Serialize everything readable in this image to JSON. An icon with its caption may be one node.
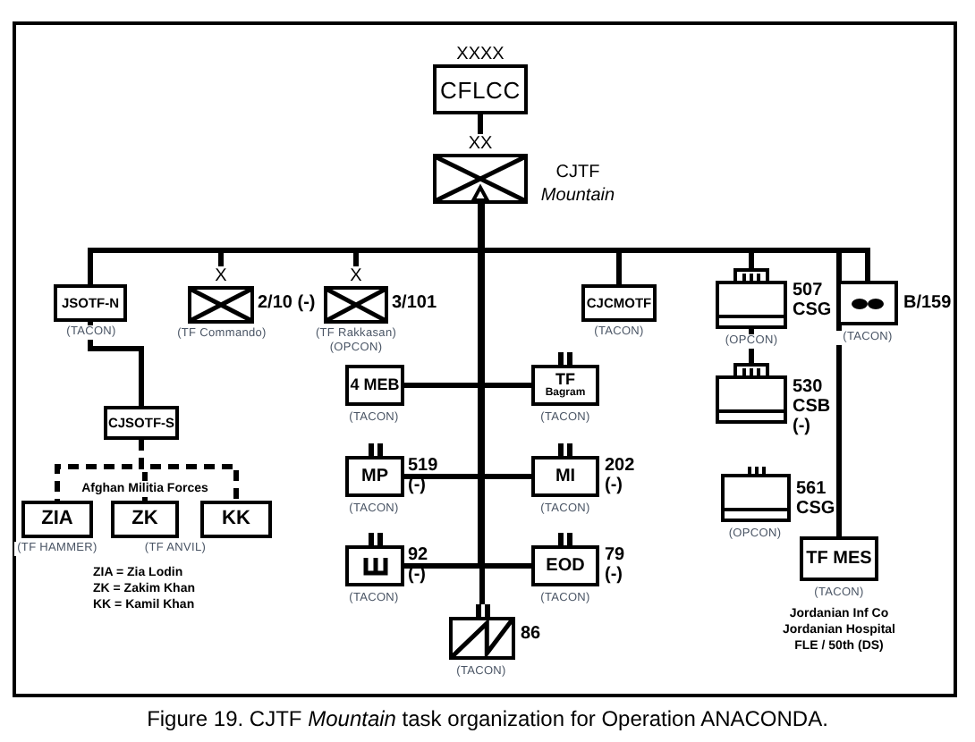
{
  "diagram": {
    "caption": "Figure 19. CJTF *Mountain* task organization for Operation ANACONDA.",
    "nodes": [
      {
        "text": [
          "XXXX",
          "CFLCC"
        ]
      },
      {
        "text": [
          "XX"
        ],
        "beside": [
          "CJTF *Mountain*"
        ]
      },
      {
        "text": [
          "JSOTF-N"
        ],
        "beside": [
          "(TACON)"
        ]
      },
      {
        "text": [
          "X"
        ],
        "beside": [
          "2/10 (-)",
          "(TF Commando)"
        ]
      },
      {
        "text": [
          "X"
        ],
        "beside": [
          "3/101",
          "(TF Rakkasan) (OPCON)"
        ]
      },
      {
        "text": [
          "CJCMOTF"
        ],
        "beside": [
          "(TACON)"
        ]
      },
      {
        "text": [],
        "shape": "box",
        "beside": [
          "507 CSG",
          "(OPCON)"
        ]
      },
      {
        "text": [],
        "shape": "box",
        "beside": [
          "B/159",
          "(TACON)"
        ]
      },
      {
        "text": [],
        "shape": "box",
        "beside": [
          "530 CSB (-)"
        ]
      },
      {
        "text": [],
        "shape": "box",
        "beside": [
          "561 CSG",
          "(OPCON)"
        ]
      },
      {
        "text": [
          "TF MES"
        ],
        "beside": [
          "(TACON)",
          "Jordanian Inf Co Jordanian Hospital FLE / 50th (DS)"
        ]
      },
      {
        "text": [
          "CJSOTF-S"
        ]
      },
      {
        "text": [
          "ZIA"
        ],
        "beside": [
          "(TF HAMMER)"
        ]
      },
      {
        "text": [
          "ZK"
        ],
        "beside": [
          "(TF ANVIL)"
        ]
      },
      {
        "text": [
          "KK"
        ]
      },
      {
        "text": [
          "4 MEB"
        ],
        "beside": [
          "(TACON)"
        ]
      },
      {
        "text": [
          "TF",
          "Bagram"
        ],
        "beside": [
          "(TACON)"
        ]
      },
      {
        "text": [
          "MP"
        ],
        "beside": [
          "519 (-)",
          "(TACON)"
        ]
      },
      {
        "text": [
          "MI"
        ],
        "beside": [
          "202 (-)",
          "(TACON)"
        ]
      },
      {
        "text": [],
        "shape": "box",
        "beside": [
          "92 (-)",
          "(TACON)"
        ]
      },
      {
        "text": [
          "EOD"
        ],
        "beside": [
          "79 (-)",
          "(TACON)"
        ]
      },
      {
        "text": [],
        "shape": "box",
        "beside": [
          "86",
          "(TACON)"
        ]
      }
    ],
    "edges": [
      {
        "from": 0,
        "to": 1,
        "arrow": "none"
      },
      {
        "from": 1,
        "to": 2,
        "arrow": "none"
      },
      {
        "from": 1,
        "to": 3,
        "arrow": "none"
      },
      {
        "from": 1,
        "to": 4,
        "arrow": "none"
      },
      {
        "from": 1,
        "to": 5,
        "arrow": "none"
      },
      {
        "from": 1,
        "to": 6,
        "arrow": "none"
      },
      {
        "from": 1,
        "to": 7,
        "arrow": "none"
      },
      {
        "from": 1,
        "to": 10,
        "arrow": "none"
      },
      {
        "from": 1,
        "to": 15,
        "arrow": "none"
      },
      {
        "from": 1,
        "to": 16,
        "arrow": "none"
      },
      {
        "from": 1,
        "to": 17,
        "arrow": "none"
      },
      {
        "from": 1,
        "to": 18,
        "arrow": "none"
      },
      {
        "from": 1,
        "to": 19,
        "arrow": "none"
      },
      {
        "from": 1,
        "to": 20,
        "arrow": "none"
      },
      {
        "from": 1,
        "to": 21,
        "arrow": "none"
      },
      {
        "from": 6,
        "to": 8,
        "arrow": "none"
      },
      {
        "from": 2,
        "to": 11,
        "arrow": "none"
      },
      {
        "from": 11,
        "to": 12,
        "arrow": "none",
        "style": "dashed"
      },
      {
        "from": 11,
        "to": 13,
        "arrow": "none",
        "style": "dashed"
      },
      {
        "from": 11,
        "to": 14,
        "arrow": "none",
        "style": "dashed"
      }
    ],
    "labels": [
      "Afghan Militia Forces",
      "ZIA = Zia Lodin",
      "ZK = Zakim Khan",
      "KK = Kamil Khan"
    ]
  }
}
